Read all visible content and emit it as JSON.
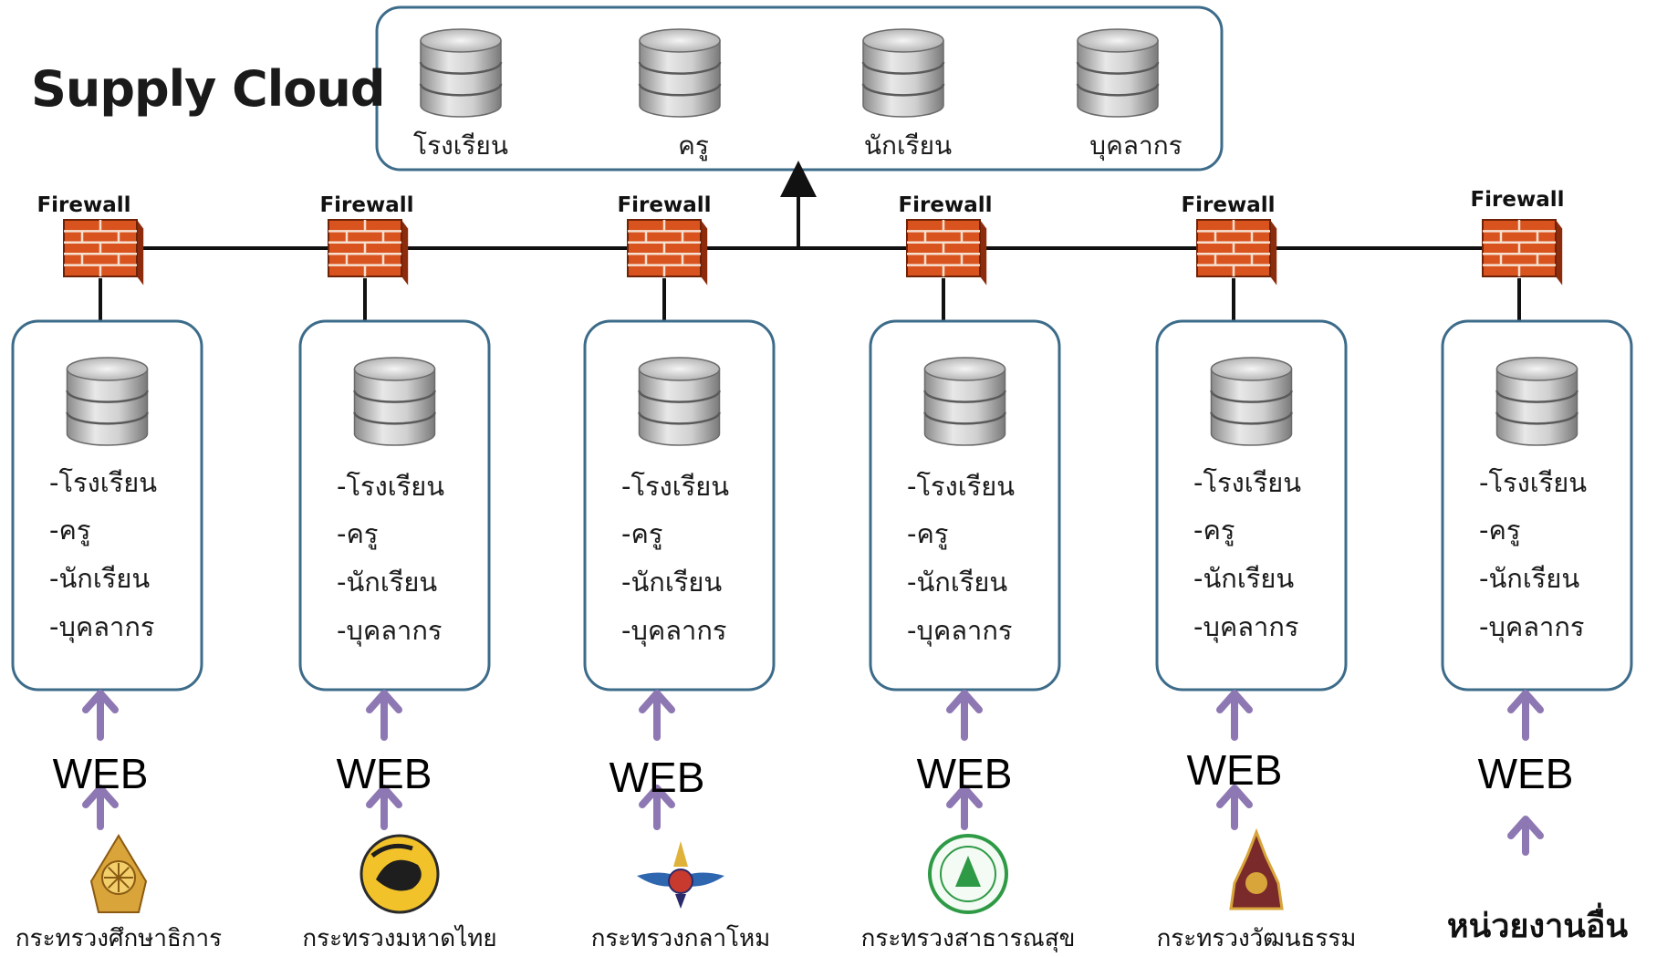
{
  "title": "Supply Cloud",
  "cloud": {
    "labels": [
      "โรงเรียน",
      "ครู",
      "นักเรียน",
      "บุคลากร"
    ]
  },
  "firewall_label": "Firewall",
  "web_label": "WEB",
  "department_items": [
    "-โรงเรียน",
    "-ครู",
    "-นักเรียน",
    "-บุคลากร"
  ],
  "ministries": [
    {
      "name": "กระทรวงศึกษาธิการ",
      "logo": "ministry-of-education-seal"
    },
    {
      "name": "กระทรวงมหาดไทย",
      "logo": "ministry-of-interior-seal"
    },
    {
      "name": "กระทรวงกลาโหม",
      "logo": "ministry-of-defence-emblem"
    },
    {
      "name": "กระทรวงสาธารณสุข",
      "logo": "ministry-of-public-health-seal"
    },
    {
      "name": "กระทรวงวัฒนธรรม",
      "logo": "ministry-of-culture-seal"
    },
    {
      "name": "หน่วยงานอื่น",
      "logo": ""
    }
  ],
  "colors": {
    "box_border": "#3d6c8a",
    "arrow": "#8e78b3",
    "firewall_brick": "#d9531e",
    "line": "#111111"
  }
}
